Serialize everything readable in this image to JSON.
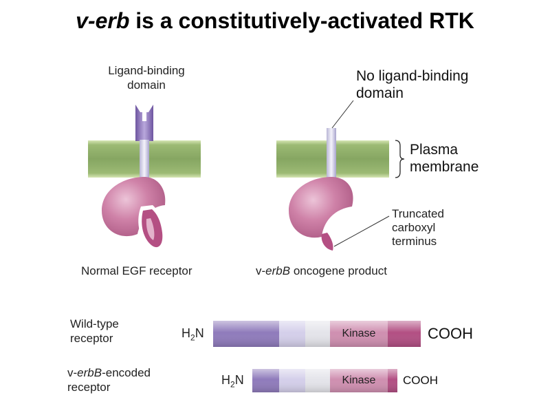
{
  "title": {
    "prefix": "v-erb",
    "rest": " is a constitutively-activated RTK"
  },
  "normal": {
    "ligand_label_line1": "Ligand-binding",
    "ligand_label_line2": "domain",
    "caption": "Normal EGF receptor"
  },
  "verb": {
    "no_ligand_line1": "No ligand-binding",
    "no_ligand_line2": "domain",
    "caption_prefix": "v-",
    "caption_italic": "erbB",
    "caption_suffix": " oncogene product",
    "truncated_line1": "Truncated",
    "truncated_line2": "carboxyl",
    "truncated_line3": "terminus"
  },
  "membrane": {
    "line1": "Plasma",
    "line2": "membrane"
  },
  "bars": {
    "wild_type": {
      "label_line1": "Wild-type",
      "label_line2": "receptor",
      "n_term": "H",
      "n_sub": "2",
      "n_suffix": "N",
      "kinase": "Kinase",
      "c_term": "COOH"
    },
    "verb": {
      "label_prefix": "v-",
      "label_italic": "erbB",
      "label_suffix": "-encoded",
      "label_line2": "receptor",
      "n_term": "H",
      "n_sub": "2",
      "n_suffix": "N",
      "kinase": "Kinase",
      "c_term": "COOH"
    }
  },
  "colors": {
    "membrane": "#8fae6a",
    "membrane_edge": "#c7dba2",
    "receptor_body": "#c9789f",
    "kinase_dark": "#b44f83",
    "ligand_domain": "#8a72b6"
  }
}
